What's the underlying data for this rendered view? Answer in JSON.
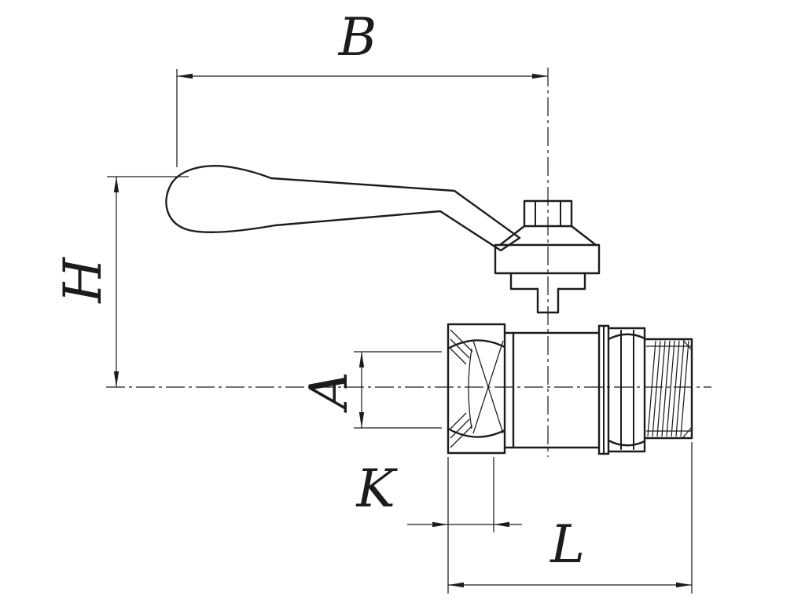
{
  "page": {
    "background": "#ffffff",
    "line_color": "#1c1c1c"
  },
  "dimension_labels": {
    "B": "B",
    "H": "H",
    "A": "A",
    "K": "K",
    "L": "L"
  }
}
